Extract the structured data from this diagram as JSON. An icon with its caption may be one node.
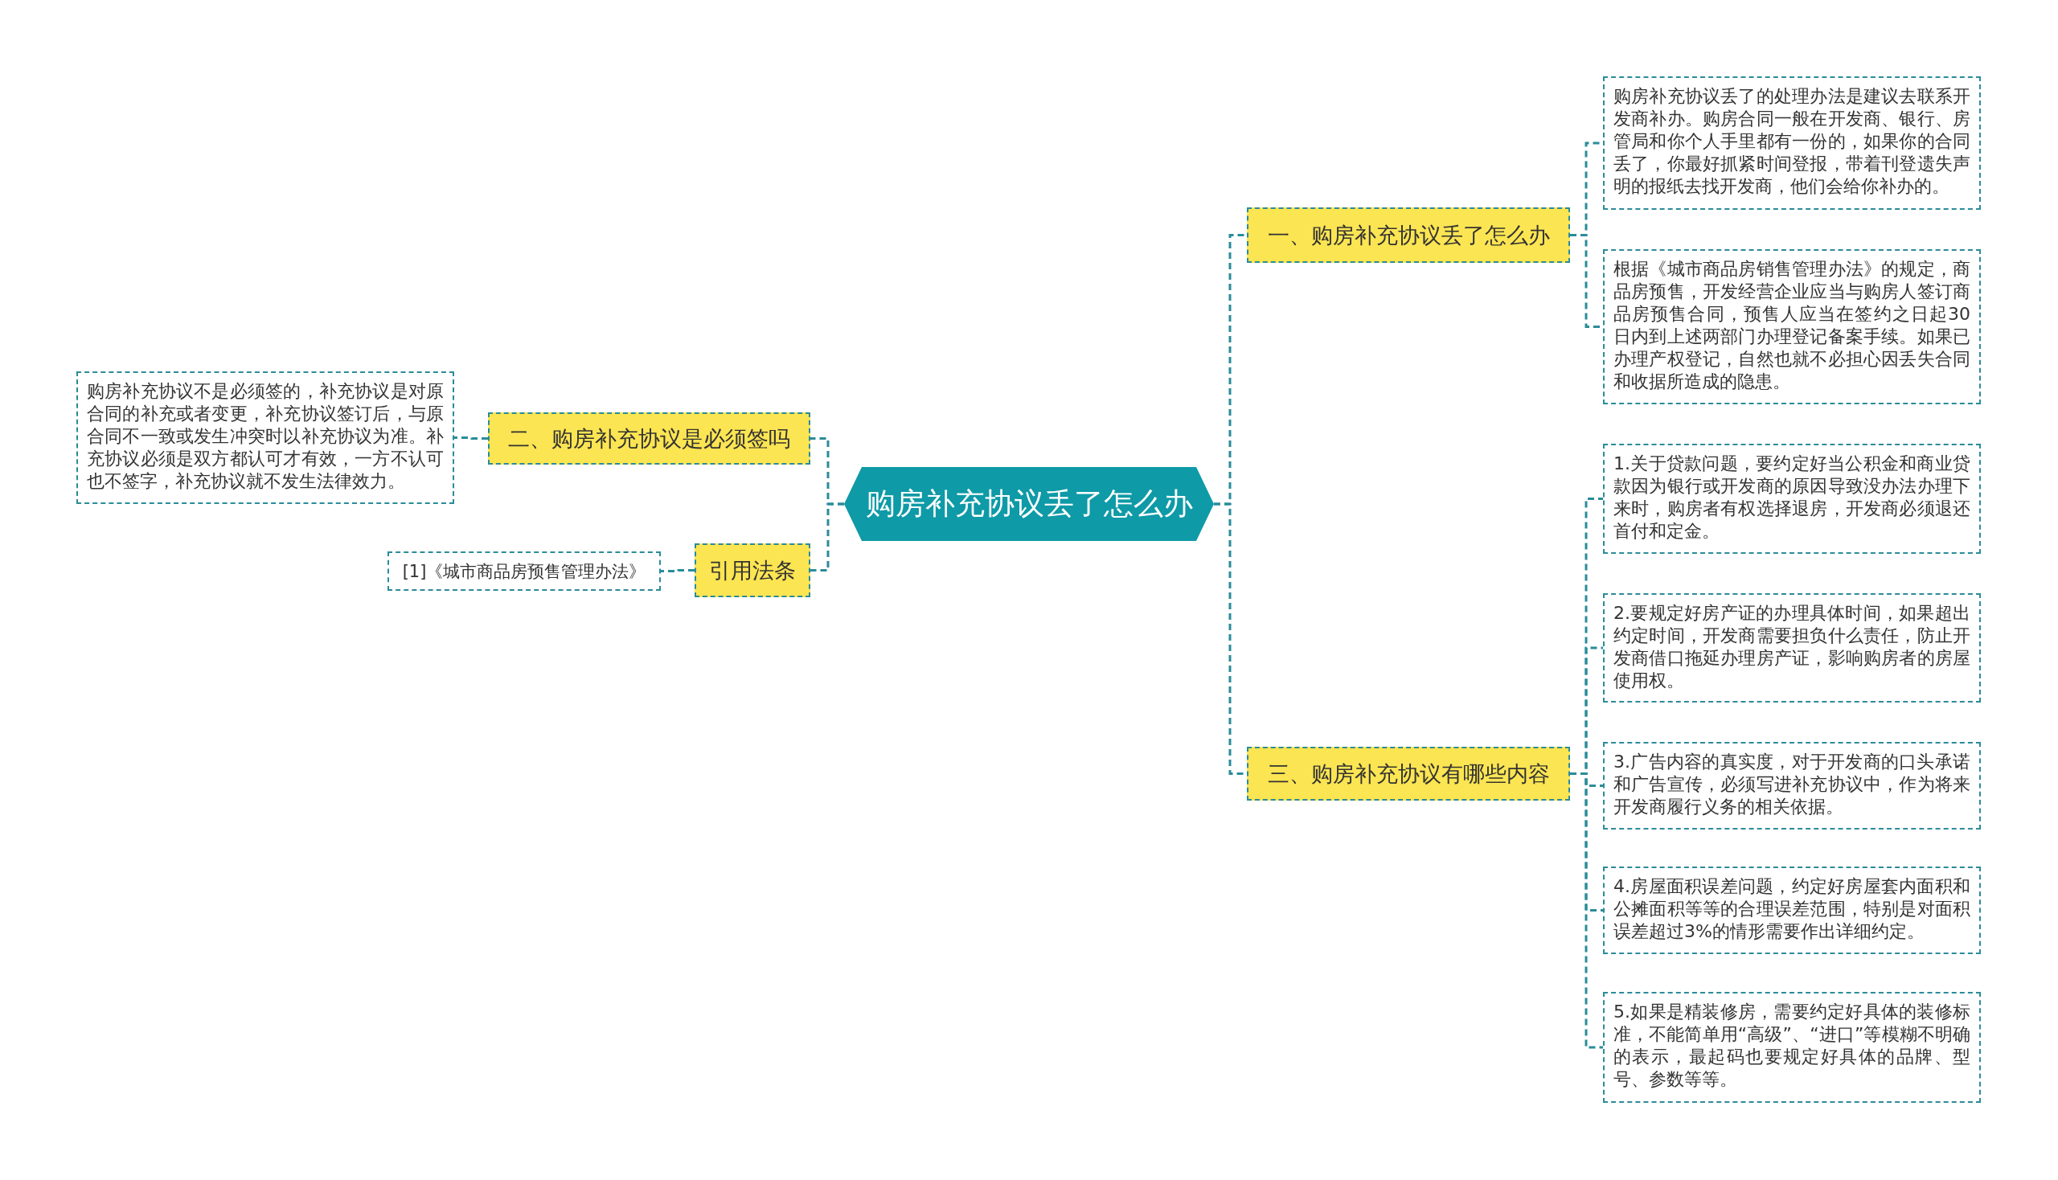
{
  "diagram": {
    "nodes": [
      {
        "text": [
          "购房补充协议丢了怎么办"
        ]
      },
      {
        "text": [
          "一、购房补充协议丢了怎么办"
        ]
      },
      {
        "text": [
          "购房补充协议丢了的处理办法是建议去联系开发商补办。购房合同一般在开发商、银行、房管局和你个人手里都有一份的，如果你的合同丢了，你最好抓紧时间登报，带着刊登遗失声明的报纸去找开发商，他们会给你补办的。"
        ]
      },
      {
        "text": [
          "根据《城市商品房销售管理办法》的规定，商品房预售，开发经营企业应当与购房人签订商品房预售合同，预售人应当在签约之日起30日内到上述两部门办理登记备案手续。如果已办理产权登记，自然也就不必担心因丢失合同和收据所造成的隐患。"
        ]
      },
      {
        "text": [
          "三、购房补充协议有哪些内容"
        ]
      },
      {
        "text": [
          "1.关于贷款问题，要约定好当公积金和商业贷款因为银行或开发商的原因导致没办法办理下来时，购房者有权选择退房，开发商必须退还首付和定金。"
        ]
      },
      {
        "text": [
          "2.要规定好房产证的办理具体时间，如果超出约定时间，开发商需要担负什么责任，防止开发商借口拖延办理房产证，影响购房者的房屋使用权。"
        ]
      },
      {
        "text": [
          "3.广告内容的真实度，对于开发商的口头承诺和广告宣传，必须写进补充协议中，作为将来开发商履行义务的相关依据。"
        ]
      },
      {
        "text": [
          "4.房屋面积误差问题，约定好房屋套内面积和公摊面积等等的合理误差范围，特别是对面积误差超过3%的情形需要作出详细约定。"
        ]
      },
      {
        "text": [
          "5.如果是精装修房，需要约定好具体的装修标准，不能简单用“高级”、“进口”等模糊不明确的表示，最起码也要规定好具体的品牌、型号、参数等等。"
        ]
      },
      {
        "text": [
          "二、购房补充协议是必须签吗"
        ]
      },
      {
        "text": [
          "购房补充协议不是必须签的，补充协议是对原合同的补充或者变更，补充协议签订后，与原合同不一致或发生冲突时以补充协议为准。补充协议必须是双方都认可才有效，一方不认可也不签字，补充协议就不发生法律效力。"
        ]
      },
      {
        "text": [
          "引用法条"
        ]
      },
      {
        "text": [
          "[1]《城市商品房预售管理办法》"
        ]
      }
    ],
    "edges": [
      {
        "from": 0,
        "to": 1,
        "arrow": "none"
      },
      {
        "from": 1,
        "to": 2,
        "arrow": "none"
      },
      {
        "from": 1,
        "to": 3,
        "arrow": "none"
      },
      {
        "from": 0,
        "to": 4,
        "arrow": "none"
      },
      {
        "from": 4,
        "to": 5,
        "arrow": "none"
      },
      {
        "from": 4,
        "to": 6,
        "arrow": "none"
      },
      {
        "from": 4,
        "to": 7,
        "arrow": "none"
      },
      {
        "from": 4,
        "to": 8,
        "arrow": "none"
      },
      {
        "from": 4,
        "to": 9,
        "arrow": "none"
      },
      {
        "from": 0,
        "to": 10,
        "arrow": "none"
      },
      {
        "from": 10,
        "to": 11,
        "arrow": "none"
      },
      {
        "from": 0,
        "to": 12,
        "arrow": "none"
      },
      {
        "from": 12,
        "to": 13,
        "arrow": "none"
      }
    ]
  }
}
